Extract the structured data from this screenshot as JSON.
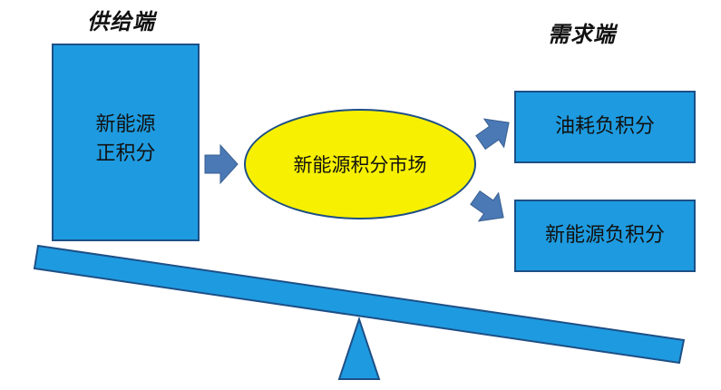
{
  "headings": {
    "supply": "供给端",
    "demand": "需求端"
  },
  "supply_box": {
    "line1": "新能源",
    "line2": "正积分"
  },
  "market": {
    "label": "新能源积分市场"
  },
  "demand_boxes": [
    {
      "label": "油耗负积分"
    },
    {
      "label": "新能源负积分"
    }
  ],
  "colors": {
    "box_fill": "#1e9be0",
    "box_border": "#1d4f86",
    "ellipse_fill": "#f7f000",
    "arrow_fill": "#4a79b6",
    "seesaw_fill": "#1e9be0"
  }
}
